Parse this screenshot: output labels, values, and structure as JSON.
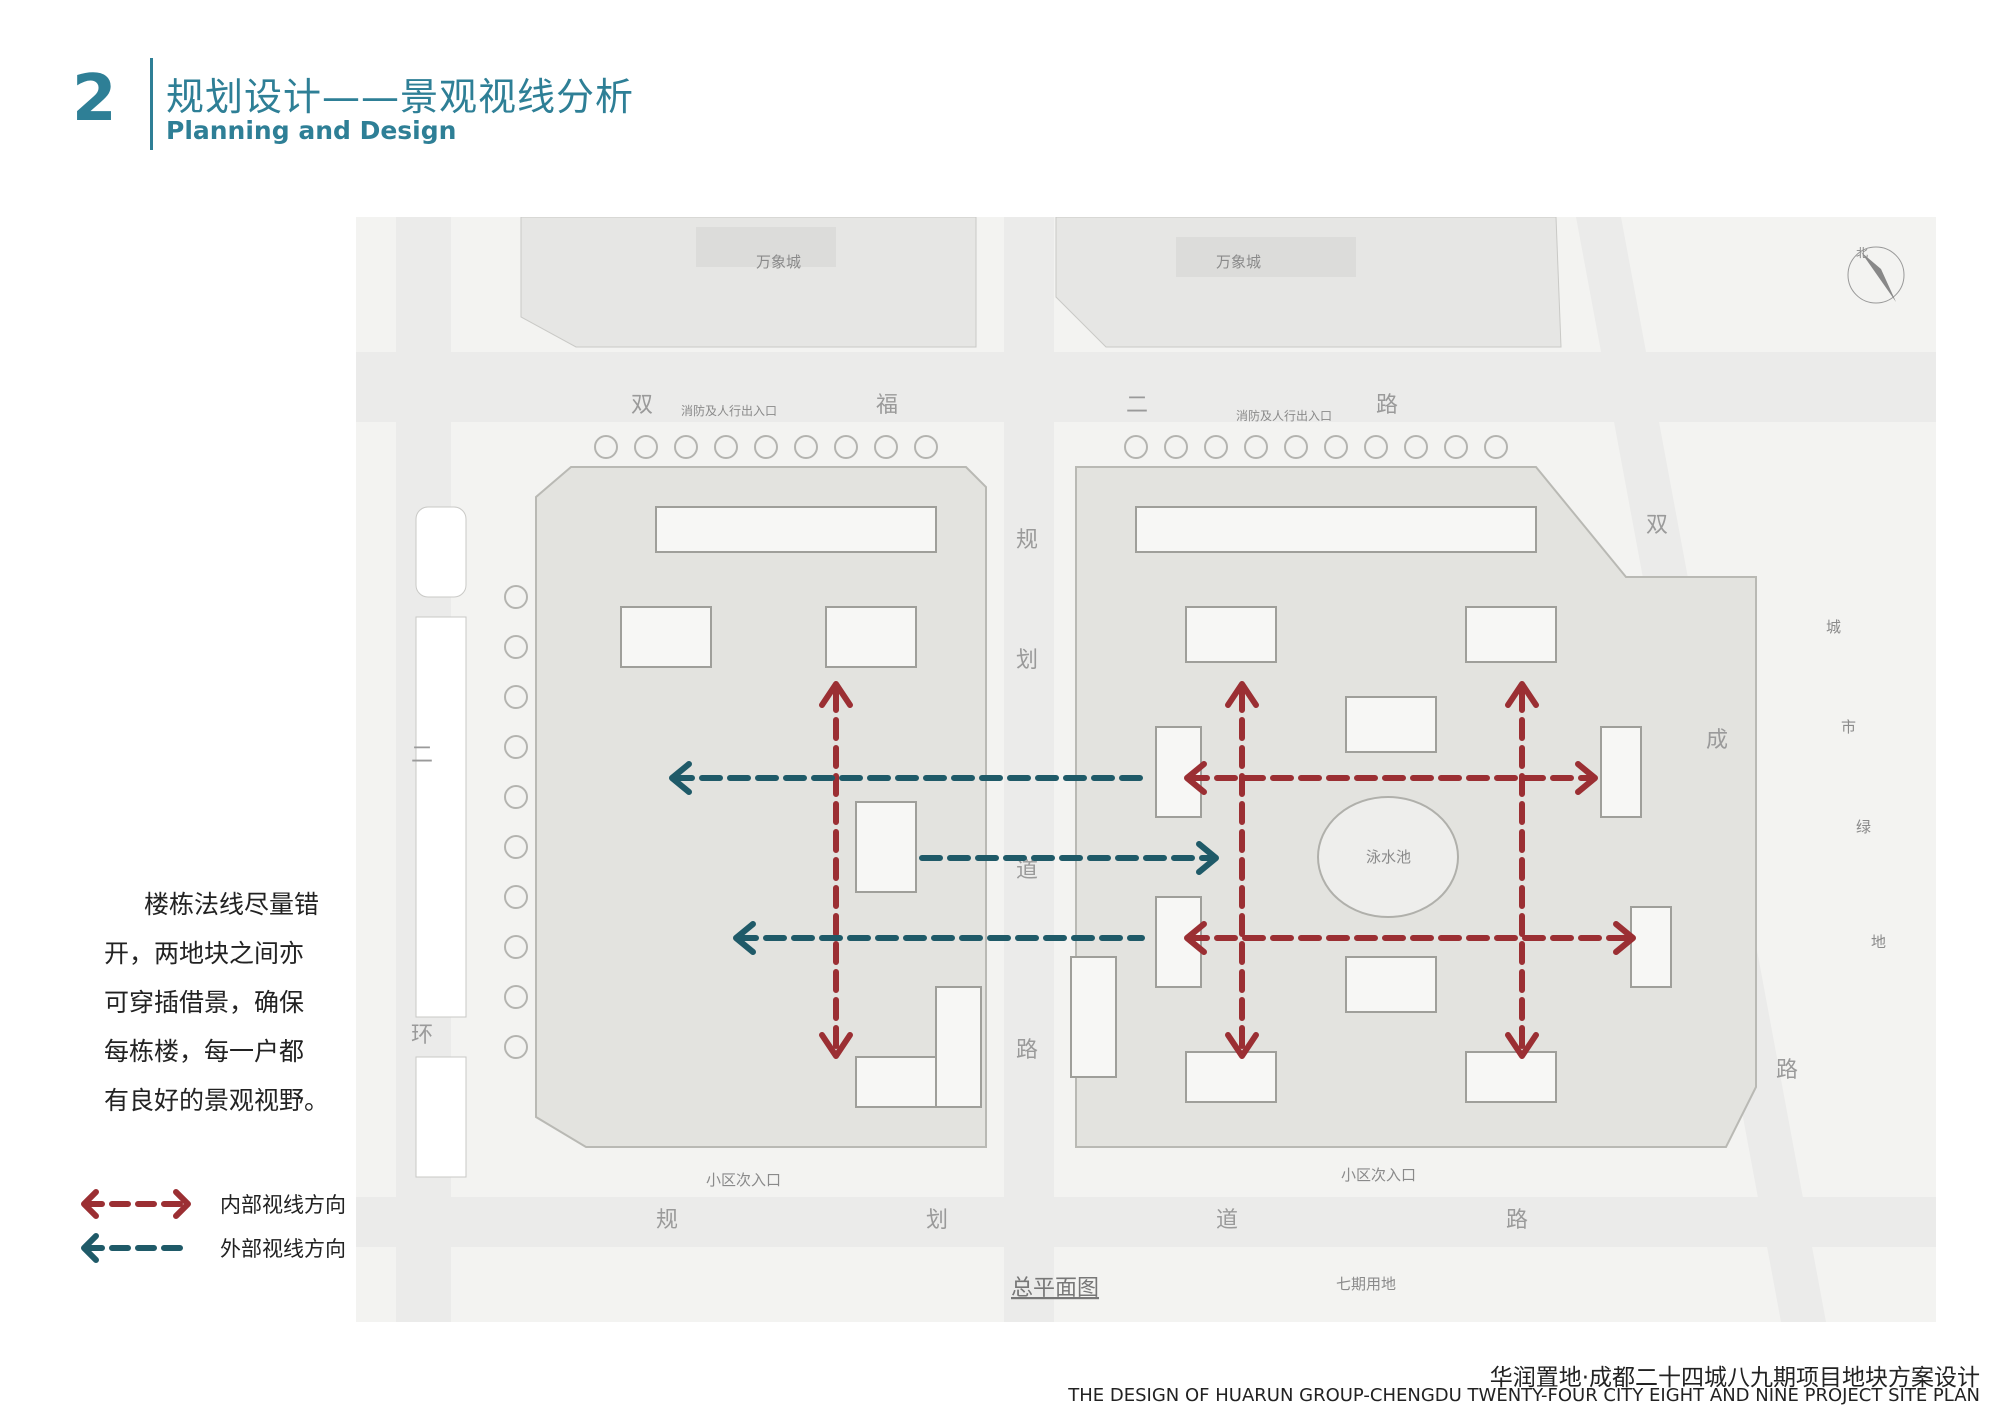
{
  "header": {
    "section_number": "2",
    "title_cn": "规划设计——景观视线分析",
    "title_en": "Planning and Design"
  },
  "description": [
    "楼栋法线尽量错",
    "开，两地块之间亦",
    "可穿插借景，确保",
    "每栋楼，每一户都",
    "有良好的景观视野。"
  ],
  "legend": [
    {
      "label": "内部视线方向",
      "color": "#9b2f33",
      "style": "double-arrow-dashed"
    },
    {
      "label": "外部视线方向",
      "color": "#1f5a68",
      "style": "left-arrow-dashed"
    }
  ],
  "plan": {
    "caption": "总平面图",
    "labels": {
      "wanxiang1": "万象城",
      "wanxiang2": "万象城",
      "seventh": "七期用地",
      "road_top": [
        "双",
        "福",
        "二",
        "路"
      ],
      "road_mid": [
        "规",
        "划",
        "道",
        "路"
      ],
      "road_bottom": [
        "规",
        "划",
        "道",
        "路"
      ],
      "road_left": [
        "二",
        "环"
      ],
      "road_right": [
        "双",
        "成",
        "路"
      ],
      "greenbelt": [
        "城",
        "市",
        "绿",
        "地"
      ],
      "entry_fire1": "消防及人行出入口",
      "entry_fire2": "消防及人行出入口",
      "entry_sub1": "小区次入口",
      "entry_sub2": "小区次入口",
      "pool": "泳水池",
      "north": "北"
    }
  },
  "footer": {
    "title_cn": "华润置地·成都二十四城八九期项目地块方案设计",
    "title_en": "THE DESIGN OF HUARUN GROUP-CHENGDU TWENTY-FOUR CITY EIGHT AND NINE PROJECT SITE PLAN"
  },
  "colors": {
    "accent": "#2e7f96",
    "internal": "#9b2f33",
    "external": "#1f5a68"
  }
}
